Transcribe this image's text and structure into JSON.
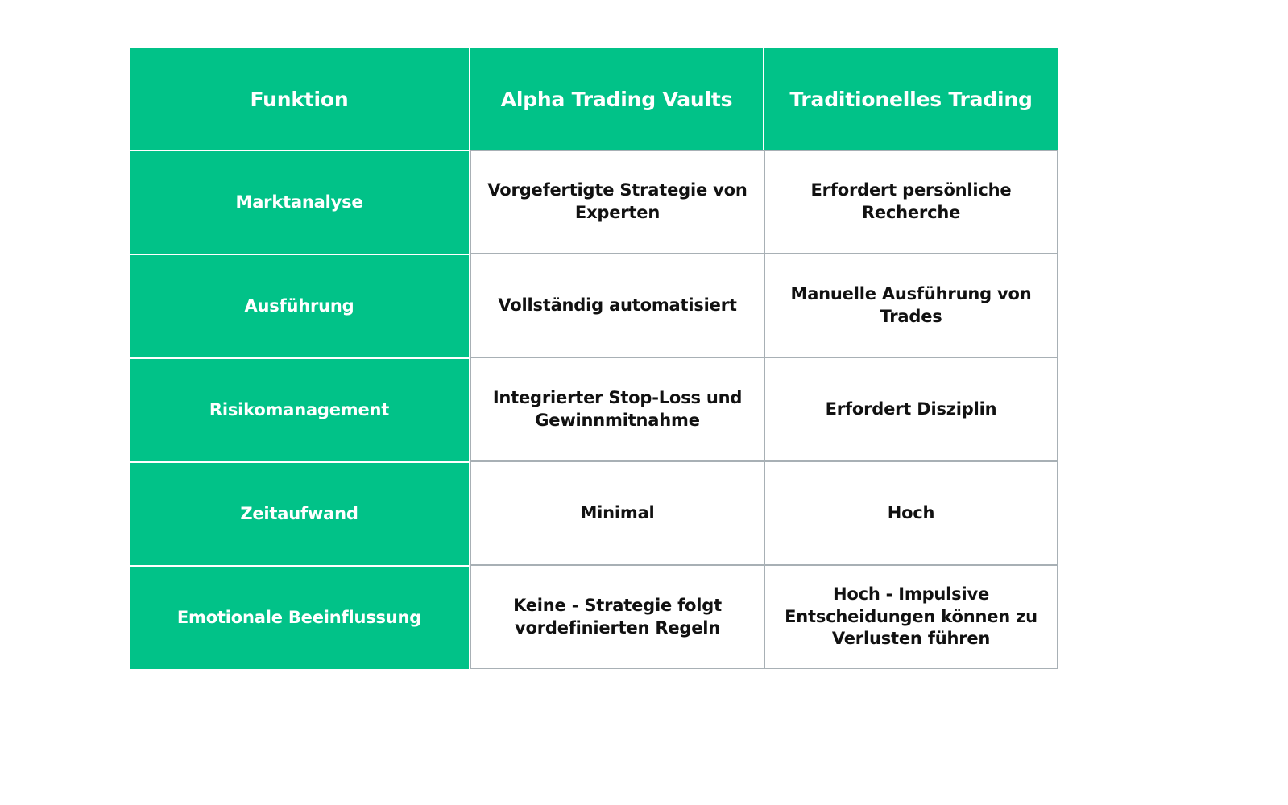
{
  "table": {
    "accent_color": "#01c288",
    "header_text_color": "#ffffff",
    "body_text_color": "#111111",
    "border_color": "#a8b0b5",
    "headers": [
      "Funktion",
      "Alpha Trading Vaults",
      "Traditionelles Trading"
    ],
    "rows": [
      {
        "feature": "Marktanalyse",
        "alpha": "Vorgefertigte Strategie von Experten",
        "traditional": "Erfordert persönliche Recherche"
      },
      {
        "feature": "Ausführung",
        "alpha": "Vollständig automatisiert",
        "traditional": "Manuelle Ausführung von Trades"
      },
      {
        "feature": "Risikomanagement",
        "alpha": "Integrierter Stop-Loss und Gewinnmitnahme",
        "traditional": "Erfordert Disziplin"
      },
      {
        "feature": "Zeitaufwand",
        "alpha": "Minimal",
        "traditional": "Hoch"
      },
      {
        "feature": "Emotionale Beeinflussung",
        "alpha": "Keine - Strategie folgt vordefinierten Regeln",
        "traditional": "Hoch - Impulsive Entscheidungen können zu Verlusten führen"
      }
    ]
  }
}
